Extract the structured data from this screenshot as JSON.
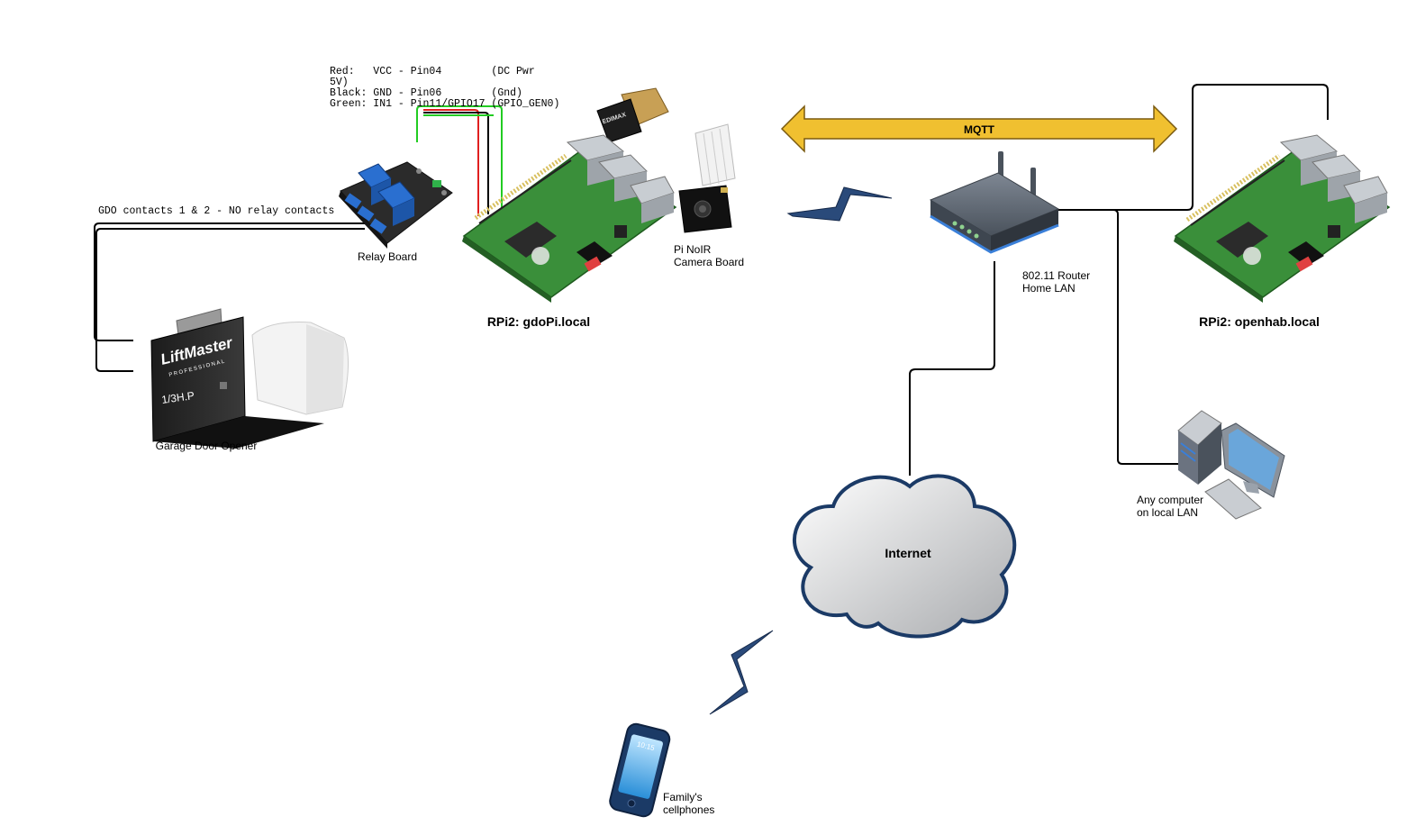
{
  "nodes": {
    "relay_board": {
      "label": "Relay Board"
    },
    "gdopi": {
      "label": "RPi2: gdoPi.local"
    },
    "camera": {
      "label_lines": [
        "Pi NoIR",
        "Camera Board"
      ]
    },
    "router": {
      "label_lines": [
        "802.11 Router",
        "Home LAN"
      ]
    },
    "openhab": {
      "label": "RPi2: openhab.local"
    },
    "garage_door_opener": {
      "label": "Garage Door Opener",
      "brand_lines": [
        "LiftMaster",
        "PROFESSIONAL",
        "1/3H.P"
      ]
    },
    "computer": {
      "label_lines": [
        "Any computer",
        "on local LAN"
      ]
    },
    "internet": {
      "label": "Internet"
    },
    "cellphones": {
      "label_lines": [
        "Family's",
        "cellphones"
      ],
      "screen_time": "10:15"
    },
    "wifi_dongle": {
      "brand": "EDIMAX"
    }
  },
  "links": {
    "mqtt": {
      "label": "MQTT",
      "color": "#f0c030"
    },
    "gdo_contacts": {
      "label": "GDO contacts 1 & 2 - NO relay contacts"
    }
  },
  "wiring_notes": [
    "Red:   VCC - Pin04        (DC Pwr",
    "5V)",
    "Black: GND - Pin06        (Gnd)",
    "Green: IN1 - Pin11/GPIO17 (GPIO_GEN0)"
  ],
  "colors": {
    "wire_red": "#e02020",
    "wire_green": "#22cc22",
    "board_green": "#3a8f3a",
    "relay_blue": "#2a6fd0",
    "cloud_stroke": "#1b3a66",
    "zigzag_fill": "#2a4a7a"
  }
}
